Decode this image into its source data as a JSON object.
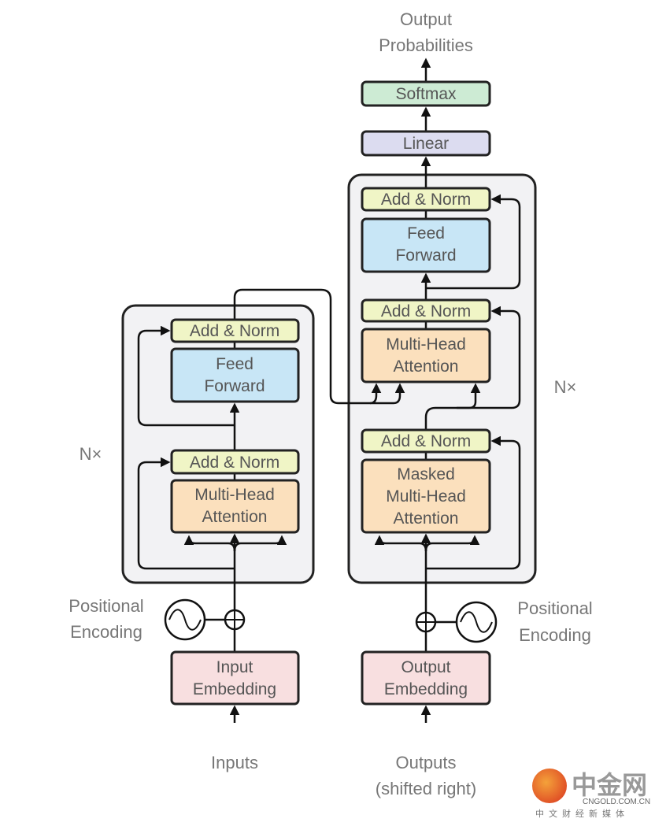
{
  "output_probabilities": [
    "Output",
    "Probabilities"
  ],
  "softmax": "Softmax",
  "linear": "Linear",
  "decoder": {
    "repeat": "N×",
    "add_norm_top": "Add & Norm",
    "feed_forward": [
      "Feed",
      "Forward"
    ],
    "add_norm_mid": "Add & Norm",
    "mha": [
      "Multi-Head",
      "Attention"
    ],
    "add_norm_bottom": "Add & Norm",
    "masked_mha": [
      "Masked",
      "Multi-Head",
      "Attention"
    ],
    "positional_encoding": [
      "Positional",
      "Encoding"
    ],
    "embedding": [
      "Output",
      "Embedding"
    ],
    "input_label": [
      "Outputs",
      "(shifted right)"
    ]
  },
  "encoder": {
    "repeat": "N×",
    "add_norm_top": "Add & Norm",
    "feed_forward": [
      "Feed",
      "Forward"
    ],
    "add_norm_bottom": "Add & Norm",
    "mha": [
      "Multi-Head",
      "Attention"
    ],
    "positional_encoding": [
      "Positional",
      "Encoding"
    ],
    "embedding": [
      "Input",
      "Embedding"
    ],
    "input_label": "Inputs"
  },
  "colors": {
    "add_norm": "#f0f5c6",
    "feed_forward": "#c8e6f6",
    "attention": "#fbe0bd",
    "embedding": "#f8dfe0",
    "linear": "#dcdcf0",
    "softmax": "#cdebd4",
    "stack_bg": "#f2f2f4"
  },
  "watermark": {
    "logo_text": "中金网",
    "url": "CNGOLD.COM.CN",
    "tagline": "中文财经新媒体"
  }
}
